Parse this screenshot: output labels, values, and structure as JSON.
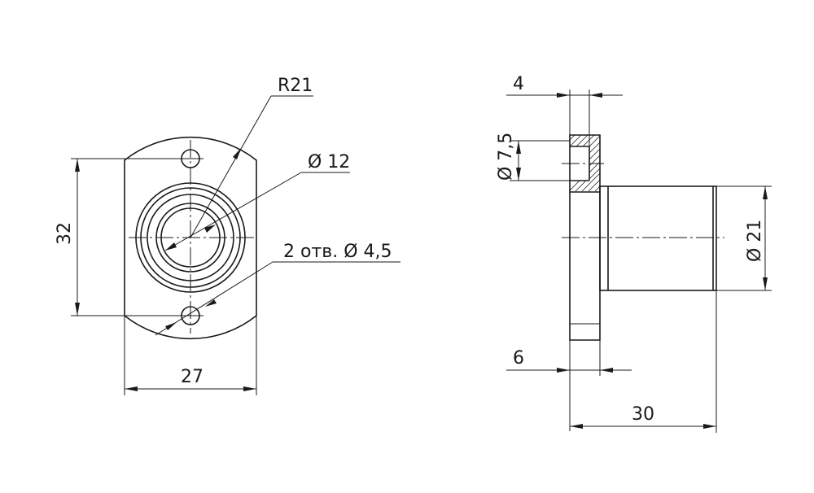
{
  "front_view": {
    "radius_label": "R21",
    "bore_diameter_label": "Ø 12",
    "holes_label": "2 отв. Ø 4,5",
    "height_label": "32",
    "width_label": "27"
  },
  "side_view": {
    "thickness_label": "4",
    "counterbore_label": "Ø 7,5",
    "body_diameter_label": "Ø 21",
    "flange_width_label": "6",
    "length_label": "30"
  }
}
